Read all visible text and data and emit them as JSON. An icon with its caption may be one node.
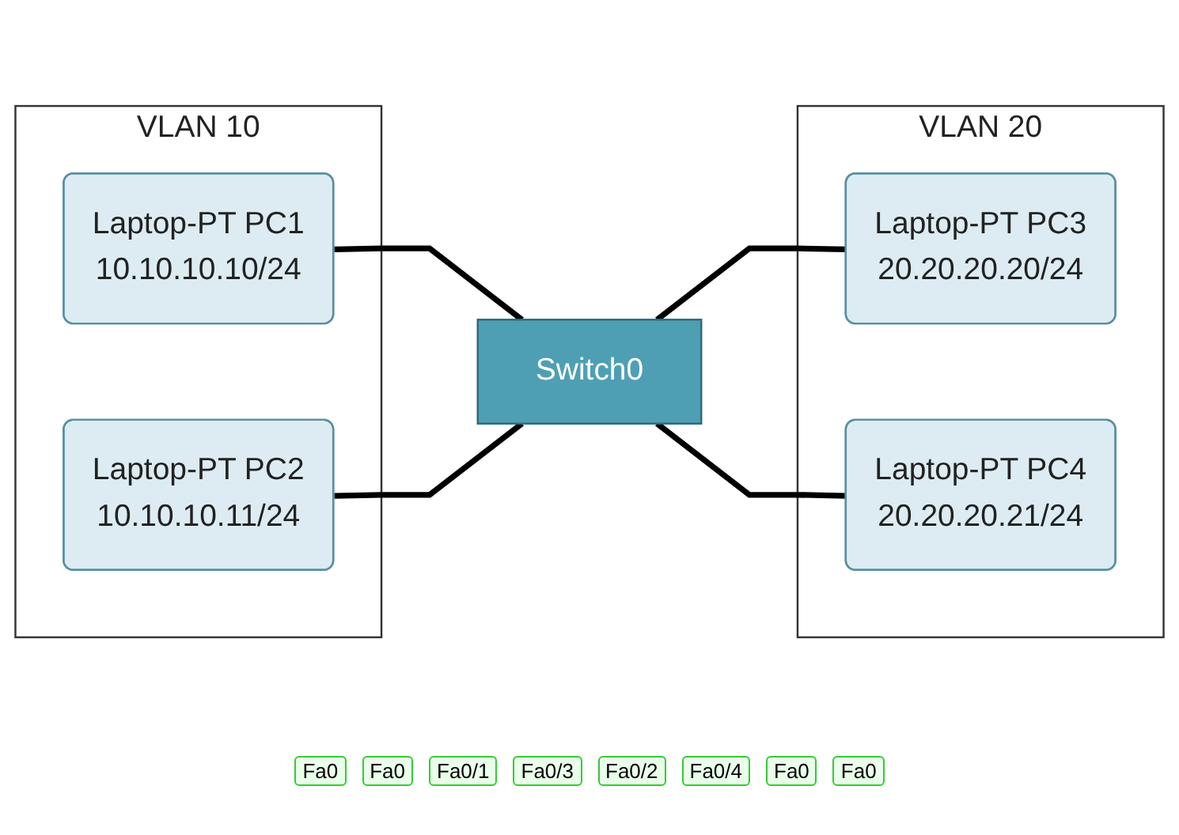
{
  "diagram": {
    "nodes": [
      {
        "text": [
          "VLAN 10"
        ]
      },
      {
        "text": [
          "Laptop-PT PC1",
          "10.10.10.10/24"
        ],
        "in": 0
      },
      {
        "text": [
          "Laptop-PT PC2",
          "10.10.10.11/24"
        ],
        "in": 0
      },
      {
        "text": [
          "Switch0"
        ]
      },
      {
        "text": [
          "VLAN 20"
        ]
      },
      {
        "text": [
          "Laptop-PT PC3",
          "20.20.20.20/24"
        ],
        "in": 4
      },
      {
        "text": [
          "Laptop-PT PC4",
          "20.20.20.21/24"
        ],
        "in": 4
      }
    ],
    "edges": [
      {
        "from": 1,
        "to": 3,
        "arrow": "none"
      },
      {
        "from": 2,
        "to": 3,
        "arrow": "none"
      },
      {
        "from": 3,
        "to": 5,
        "arrow": "none"
      },
      {
        "from": 3,
        "to": 6,
        "arrow": "none"
      }
    ],
    "labels": [
      "Fa0",
      "Fa0",
      "Fa0/1",
      "Fa0/3",
      "Fa0/2",
      "Fa0/4",
      "Fa0",
      "Fa0"
    ]
  }
}
